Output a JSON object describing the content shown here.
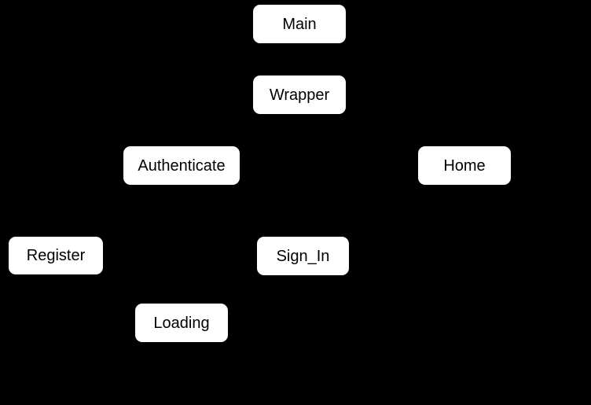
{
  "diagram": {
    "type": "component-tree",
    "background_color": "#000000",
    "node_background_color": "#ffffff",
    "node_text_color": "#000000",
    "nodes": [
      {
        "id": "main",
        "label": "Main"
      },
      {
        "id": "wrapper",
        "label": "Wrapper"
      },
      {
        "id": "authenticate",
        "label": "Authenticate"
      },
      {
        "id": "home",
        "label": "Home"
      },
      {
        "id": "register",
        "label": "Register"
      },
      {
        "id": "sign_in",
        "label": "Sign_In"
      },
      {
        "id": "loading",
        "label": "Loading"
      }
    ],
    "hierarchy": {
      "root": "Main",
      "edges": [
        {
          "parent": "Main",
          "child": "Wrapper"
        },
        {
          "parent": "Wrapper",
          "child": "Authenticate"
        },
        {
          "parent": "Wrapper",
          "child": "Home"
        },
        {
          "parent": "Authenticate",
          "child": "Register"
        },
        {
          "parent": "Authenticate",
          "child": "Sign_In"
        },
        {
          "parent": "Authenticate",
          "child": "Loading"
        }
      ],
      "edges_visible": false
    }
  }
}
